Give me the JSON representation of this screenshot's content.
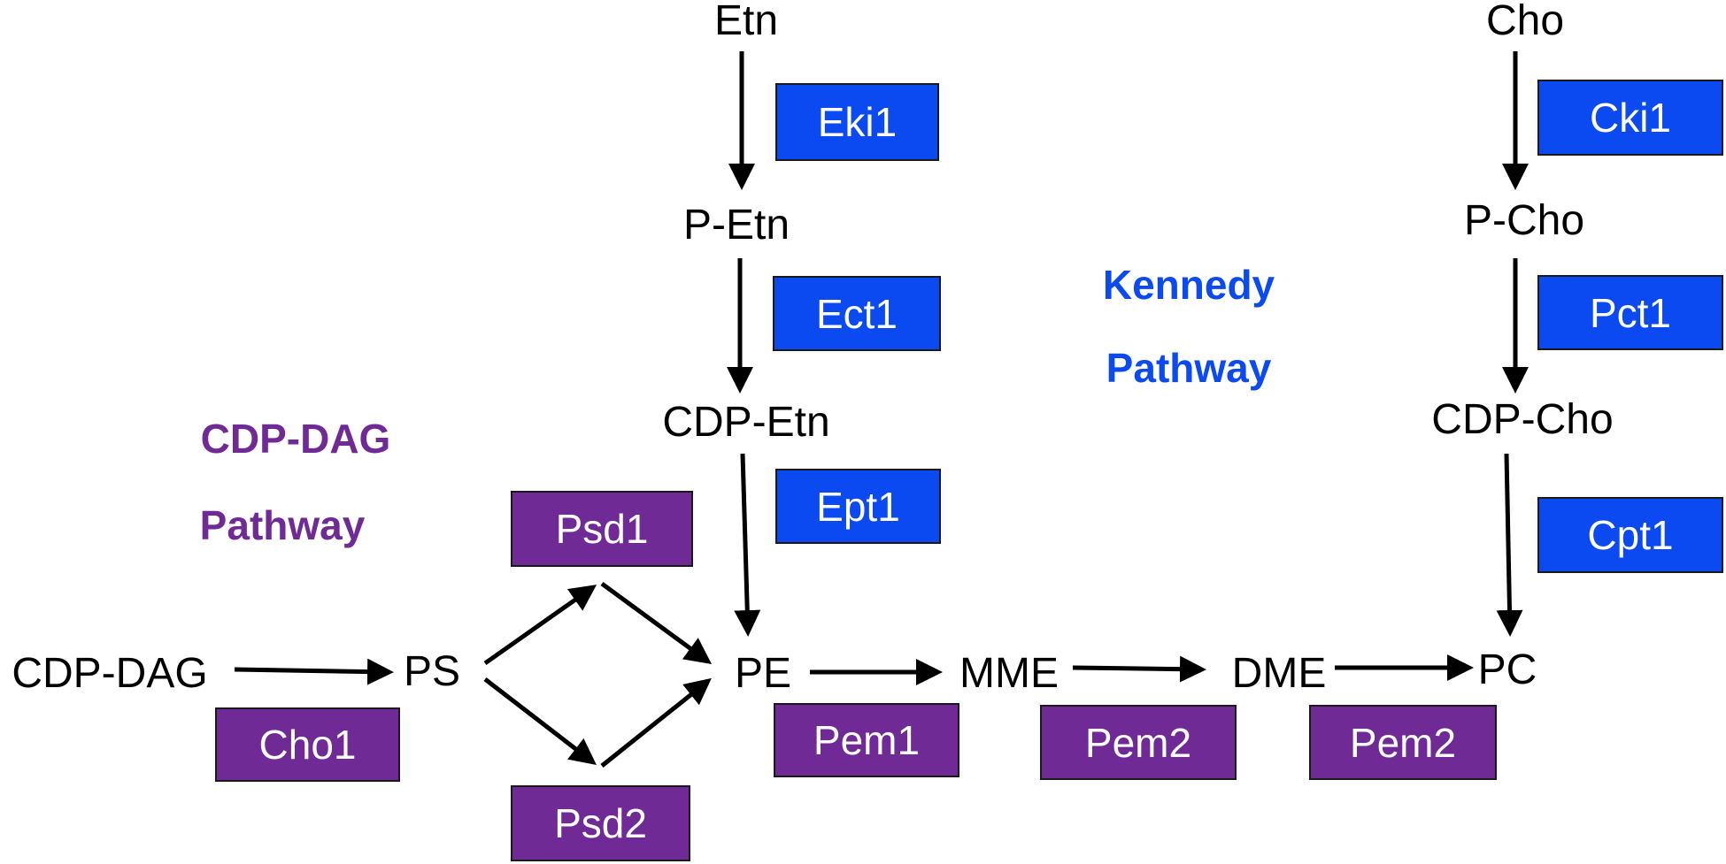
{
  "colors": {
    "kennedy_blue": "#0a4af0",
    "cdpdag_purple": "#6f2a96",
    "arrow": "#000000"
  },
  "metabolites": {
    "etn": "Etn",
    "p_etn": "P-Etn",
    "cdp_etn": "CDP-Etn",
    "cho": "Cho",
    "p_cho": "P-Cho",
    "cdp_cho": "CDP-Cho",
    "cdp_dag": "CDP-DAG",
    "ps": "PS",
    "pe": "PE",
    "mme": "MME",
    "dme": "DME",
    "pc": "PC"
  },
  "enzymes": {
    "eki1": "Eki1",
    "ect1": "Ect1",
    "ept1": "Ept1",
    "cki1": "Cki1",
    "pct1": "Pct1",
    "cpt1": "Cpt1",
    "cho1": "Cho1",
    "psd1": "Psd1",
    "psd2": "Psd2",
    "pem1": "Pem1",
    "pem2_a": "Pem2",
    "pem2_b": "Pem2"
  },
  "pathways": {
    "kennedy_line1": "Kennedy",
    "kennedy_line2": "Pathway",
    "cdpdag_line1": "CDP-DAG",
    "cdpdag_line2": "Pathway"
  }
}
